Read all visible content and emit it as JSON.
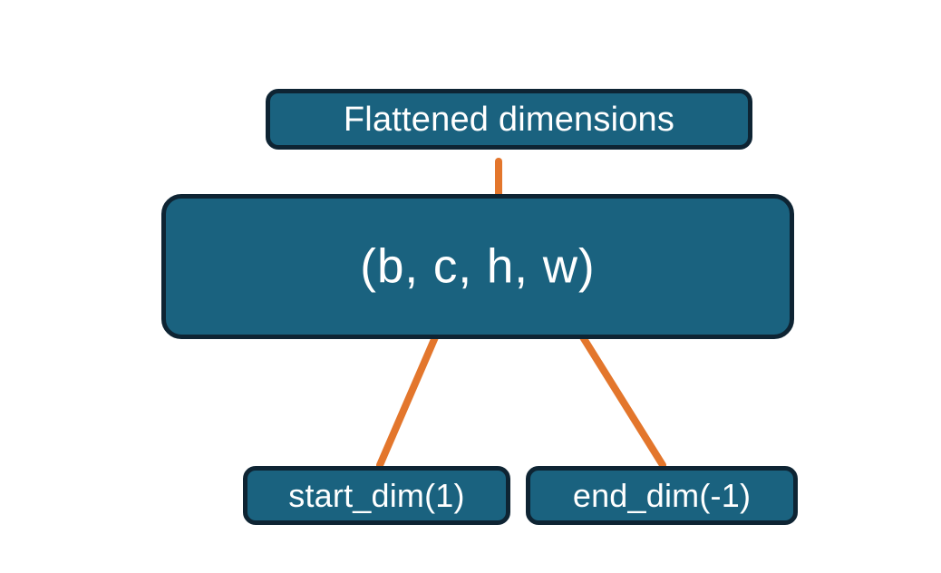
{
  "diagram": {
    "title_box": {
      "label": "Flattened dimensions"
    },
    "shape_box": {
      "label": "(b, c, h, w)"
    },
    "start_dim_box": {
      "label": "start_dim(1)"
    },
    "end_dim_box": {
      "label": "end_dim(-1)"
    },
    "colors": {
      "background": "#ffffff",
      "box_fill": "#1a627f",
      "box_border": "#0e2433",
      "box_text": "#ffffff",
      "accent_orange": "#e3762c"
    },
    "connectors": [
      {
        "name": "brace-flattened",
        "kind": "curly-brace",
        "from": "shape_box",
        "to": "title_box",
        "spans_tokens": "c, h, w"
      },
      {
        "name": "arrow-start-dim",
        "kind": "arrow",
        "from": "start_dim_box",
        "to": "shape_box",
        "points_at_token": "c"
      },
      {
        "name": "arrow-end-dim",
        "kind": "arrow",
        "from": "end_dim_box",
        "to": "shape_box",
        "points_at_token": "w"
      }
    ]
  }
}
